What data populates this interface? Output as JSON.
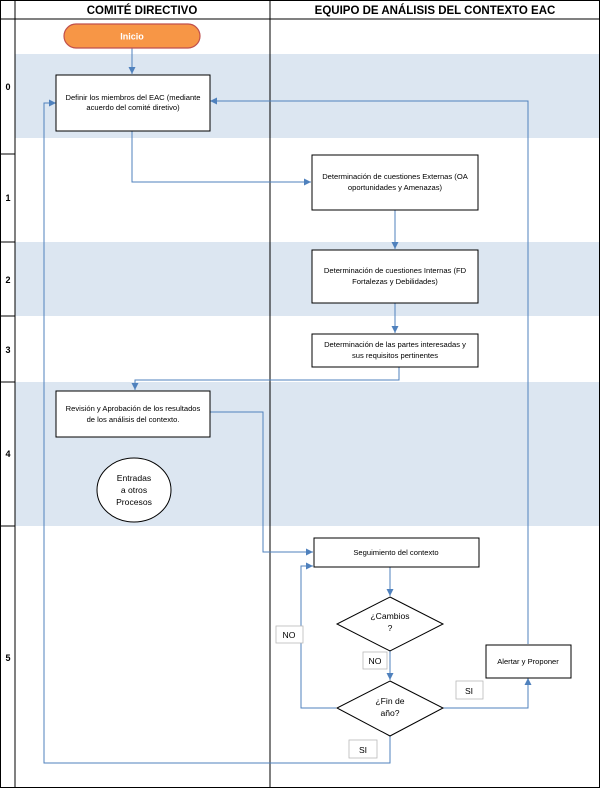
{
  "lanes": {
    "left": "COMITÉ DIRECTIVO",
    "right": "EQUIPO DE ANÁLISIS DEL CONTEXTO EAC"
  },
  "rows": [
    "0",
    "1",
    "2",
    "3",
    "4",
    "5"
  ],
  "nodes": {
    "start": "Inicio",
    "define": [
      "Definir los miembros del EAC (mediante",
      "acuerdo del comité diretivo)"
    ],
    "external": [
      "Determinación de cuestiones Externas (OA",
      "oportunidades y Amenazas)"
    ],
    "internal": [
      "Determinación de cuestiones Internas (FD",
      "Fortalezas y Debilidades)"
    ],
    "stakeholders": [
      "Determinación de las partes interesadas y",
      "sus requisitos pertinentes"
    ],
    "review": [
      "Revisión y Aprobación de los resultados",
      "de los análisis del contexto."
    ],
    "outputs": [
      "Entradas",
      "a otros",
      "Procesos"
    ],
    "followup": "Seguimiento del contexto",
    "changes": [
      "¿Cambios",
      "?"
    ],
    "endyear": [
      "¿Fin de",
      "año?"
    ],
    "alert": "Alertar y Proponer"
  },
  "labels": {
    "no_left": "NO",
    "no_mid": "NO",
    "si_right": "SI",
    "si_bottom": "SI"
  },
  "colors": {
    "start_fill": "#f79646",
    "start_stroke": "#c0504d",
    "band": "#dce6f1",
    "connector": "#4f81bd"
  }
}
